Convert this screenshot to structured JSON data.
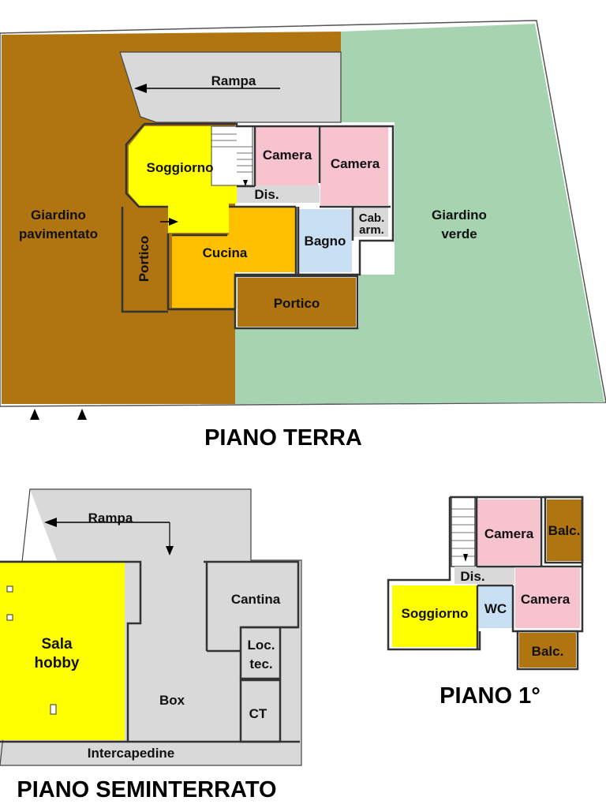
{
  "colors": {
    "garden_paved": "#b07410",
    "garden_green": "#a6d4b1",
    "ramp": "#d9d9d9",
    "living": "#ffff00",
    "kitchen": "#ffc000",
    "bedroom": "#f6c3cf",
    "bath": "#c9dff3",
    "portico": "#b07410",
    "box": "#d9d9d9"
  },
  "piano_terra": {
    "title": "PIANO TERRA",
    "rooms": {
      "rampa": "Rampa",
      "giardino_pav_1": "Giardino",
      "giardino_pav_2": "pavimentato",
      "giardino_verde_1": "Giardino",
      "giardino_verde_2": "verde",
      "soggiorno": "Soggiorno",
      "camera_1": "Camera",
      "camera_2": "Camera",
      "dis": "Dis.",
      "cab_1": "Cab.",
      "cab_2": "arm.",
      "bagno": "Bagno",
      "cucina": "Cucina",
      "portico_v": "Portico",
      "portico_h": "Portico"
    }
  },
  "piano_seminterrato": {
    "title": "PIANO SEMINTERRATO",
    "rooms": {
      "rampa": "Rampa",
      "cantina": "Cantina",
      "sala_1": "Sala",
      "sala_2": "hobby",
      "loc_1": "Loc.",
      "loc_2": "tec.",
      "box": "Box",
      "ct": "CT",
      "intercapedine": "Intercapedine"
    }
  },
  "piano_primo": {
    "title": "PIANO 1°",
    "rooms": {
      "camera_1": "Camera",
      "balc_1": "Balc.",
      "dis": "Dis.",
      "soggiorno": "Soggiorno",
      "wc": "WC",
      "camera_2": "Camera",
      "balc_2": "Balc."
    }
  }
}
